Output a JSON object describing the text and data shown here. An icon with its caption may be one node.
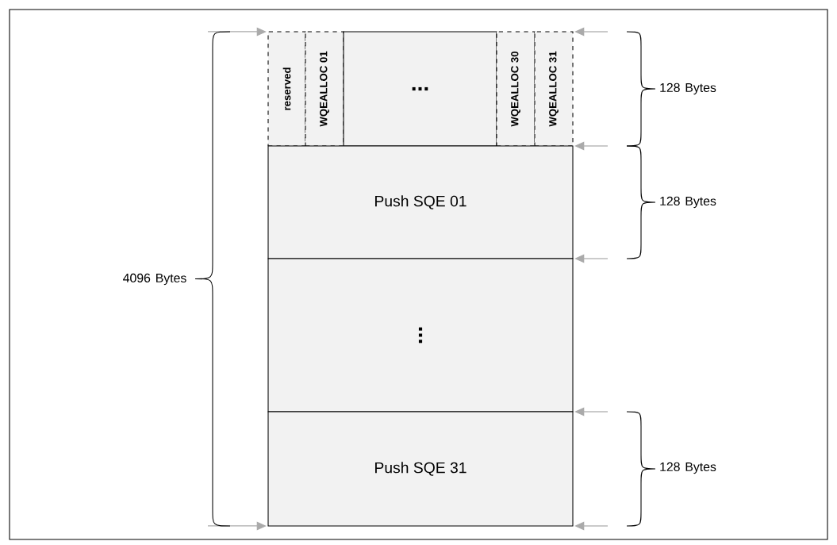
{
  "diagram": {
    "nodes": [
      {
        "text": [
          "reserved"
        ]
      },
      {
        "text": [
          "WQEALLOC 01"
        ]
      },
      {
        "text": [
          "..."
        ]
      },
      {
        "text": [
          "WQEALLOC 30"
        ]
      },
      {
        "text": [
          "WQEALLOC 31"
        ]
      },
      {
        "text": [
          "Push SQE 01"
        ]
      },
      {
        "text": [
          "..."
        ]
      },
      {
        "text": [
          "Push SQE 31"
        ]
      }
    ],
    "labels": [
      "128 Bytes",
      "128 Bytes",
      "4096 Bytes",
      "128 Bytes"
    ]
  }
}
